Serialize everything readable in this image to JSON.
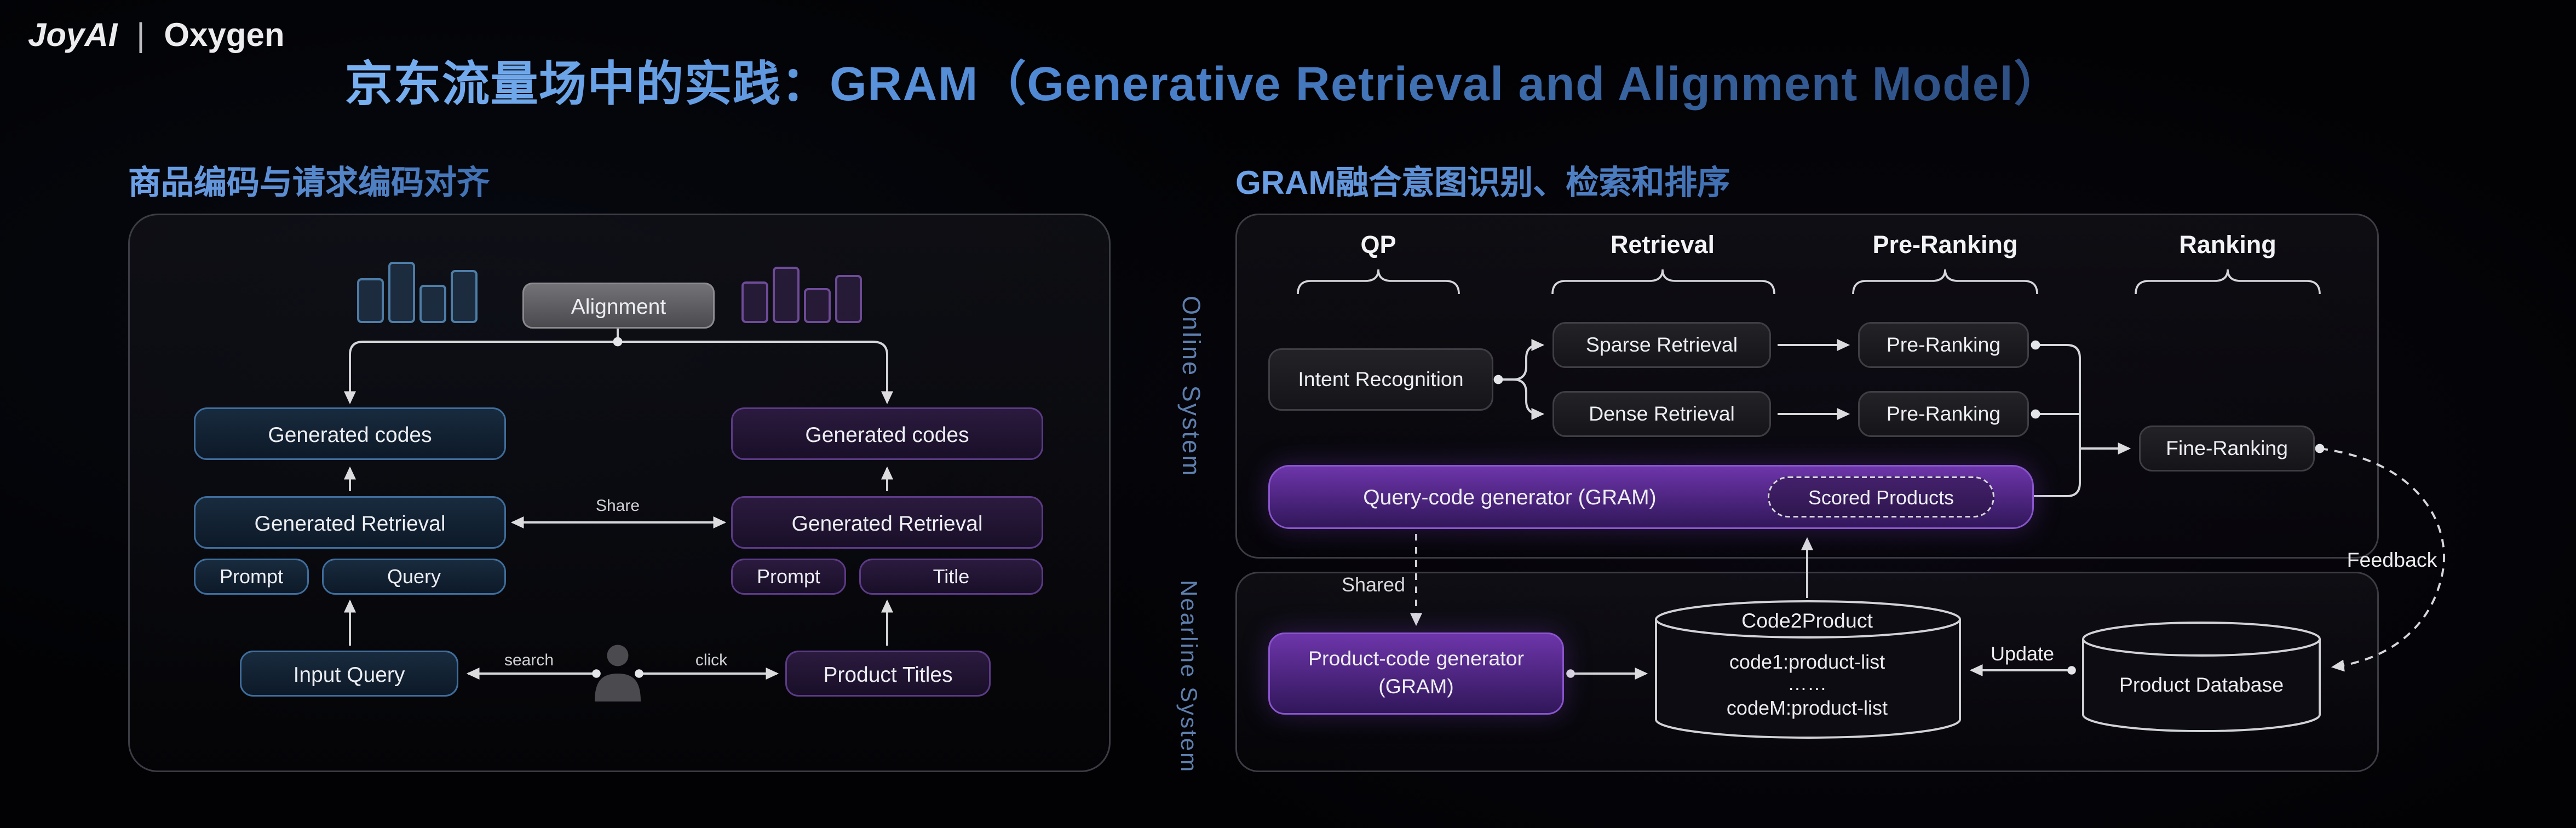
{
  "colors": {
    "accent_blue": "#4d8ad2",
    "accent_purple": "#6b34a6",
    "background": "#020204"
  },
  "brand": {
    "joyai": "JoyAI",
    "divider": "|",
    "oxygen": "Oxygen"
  },
  "title": "京东流量场中的实践：GRAM（Generative Retrieval and Alignment Model）",
  "left_diagram": {
    "header": "商品编码与请求编码对齐",
    "alignment": "Alignment",
    "query_branch": {
      "generated_codes": "Generated codes",
      "generated_retrieval": "Generated Retrieval",
      "prompt": "Prompt",
      "query": "Query",
      "input_query": "Input Query"
    },
    "title_branch": {
      "generated_codes": "Generated codes",
      "generated_retrieval": "Generated Retrieval",
      "prompt": "Prompt",
      "title": "Title",
      "product_titles": "Product Titles"
    },
    "labels": {
      "share": "Share",
      "search": "search",
      "click": "click"
    }
  },
  "right_diagram": {
    "header": "GRAM融合意图识别、检索和排序",
    "online_system": "Online System",
    "nearline_system": "Nearline System",
    "columns": [
      "QP",
      "Retrieval",
      "Pre-Ranking",
      "Ranking"
    ],
    "online": {
      "intent_recognition": "Intent Recognition",
      "sparse_retrieval": "Sparse Retrieval",
      "dense_retrieval": "Dense Retrieval",
      "pre_ranking_top": "Pre-Ranking",
      "pre_ranking_bottom": "Pre-Ranking",
      "fine_ranking": "Fine-Ranking",
      "query_code_generator": "Query-code generator (GRAM)",
      "scored_products": "Scored Products"
    },
    "nearline": {
      "shared": "Shared",
      "product_code_generator_line1": "Product-code generator",
      "product_code_generator_line2": "(GRAM)",
      "code2product_title": "Code2Product",
      "code2product_rows": [
        "code1:product-list",
        "……",
        "codeM:product-list"
      ],
      "update": "Update",
      "product_database": "Product Database",
      "feedback": "Feedback"
    }
  }
}
